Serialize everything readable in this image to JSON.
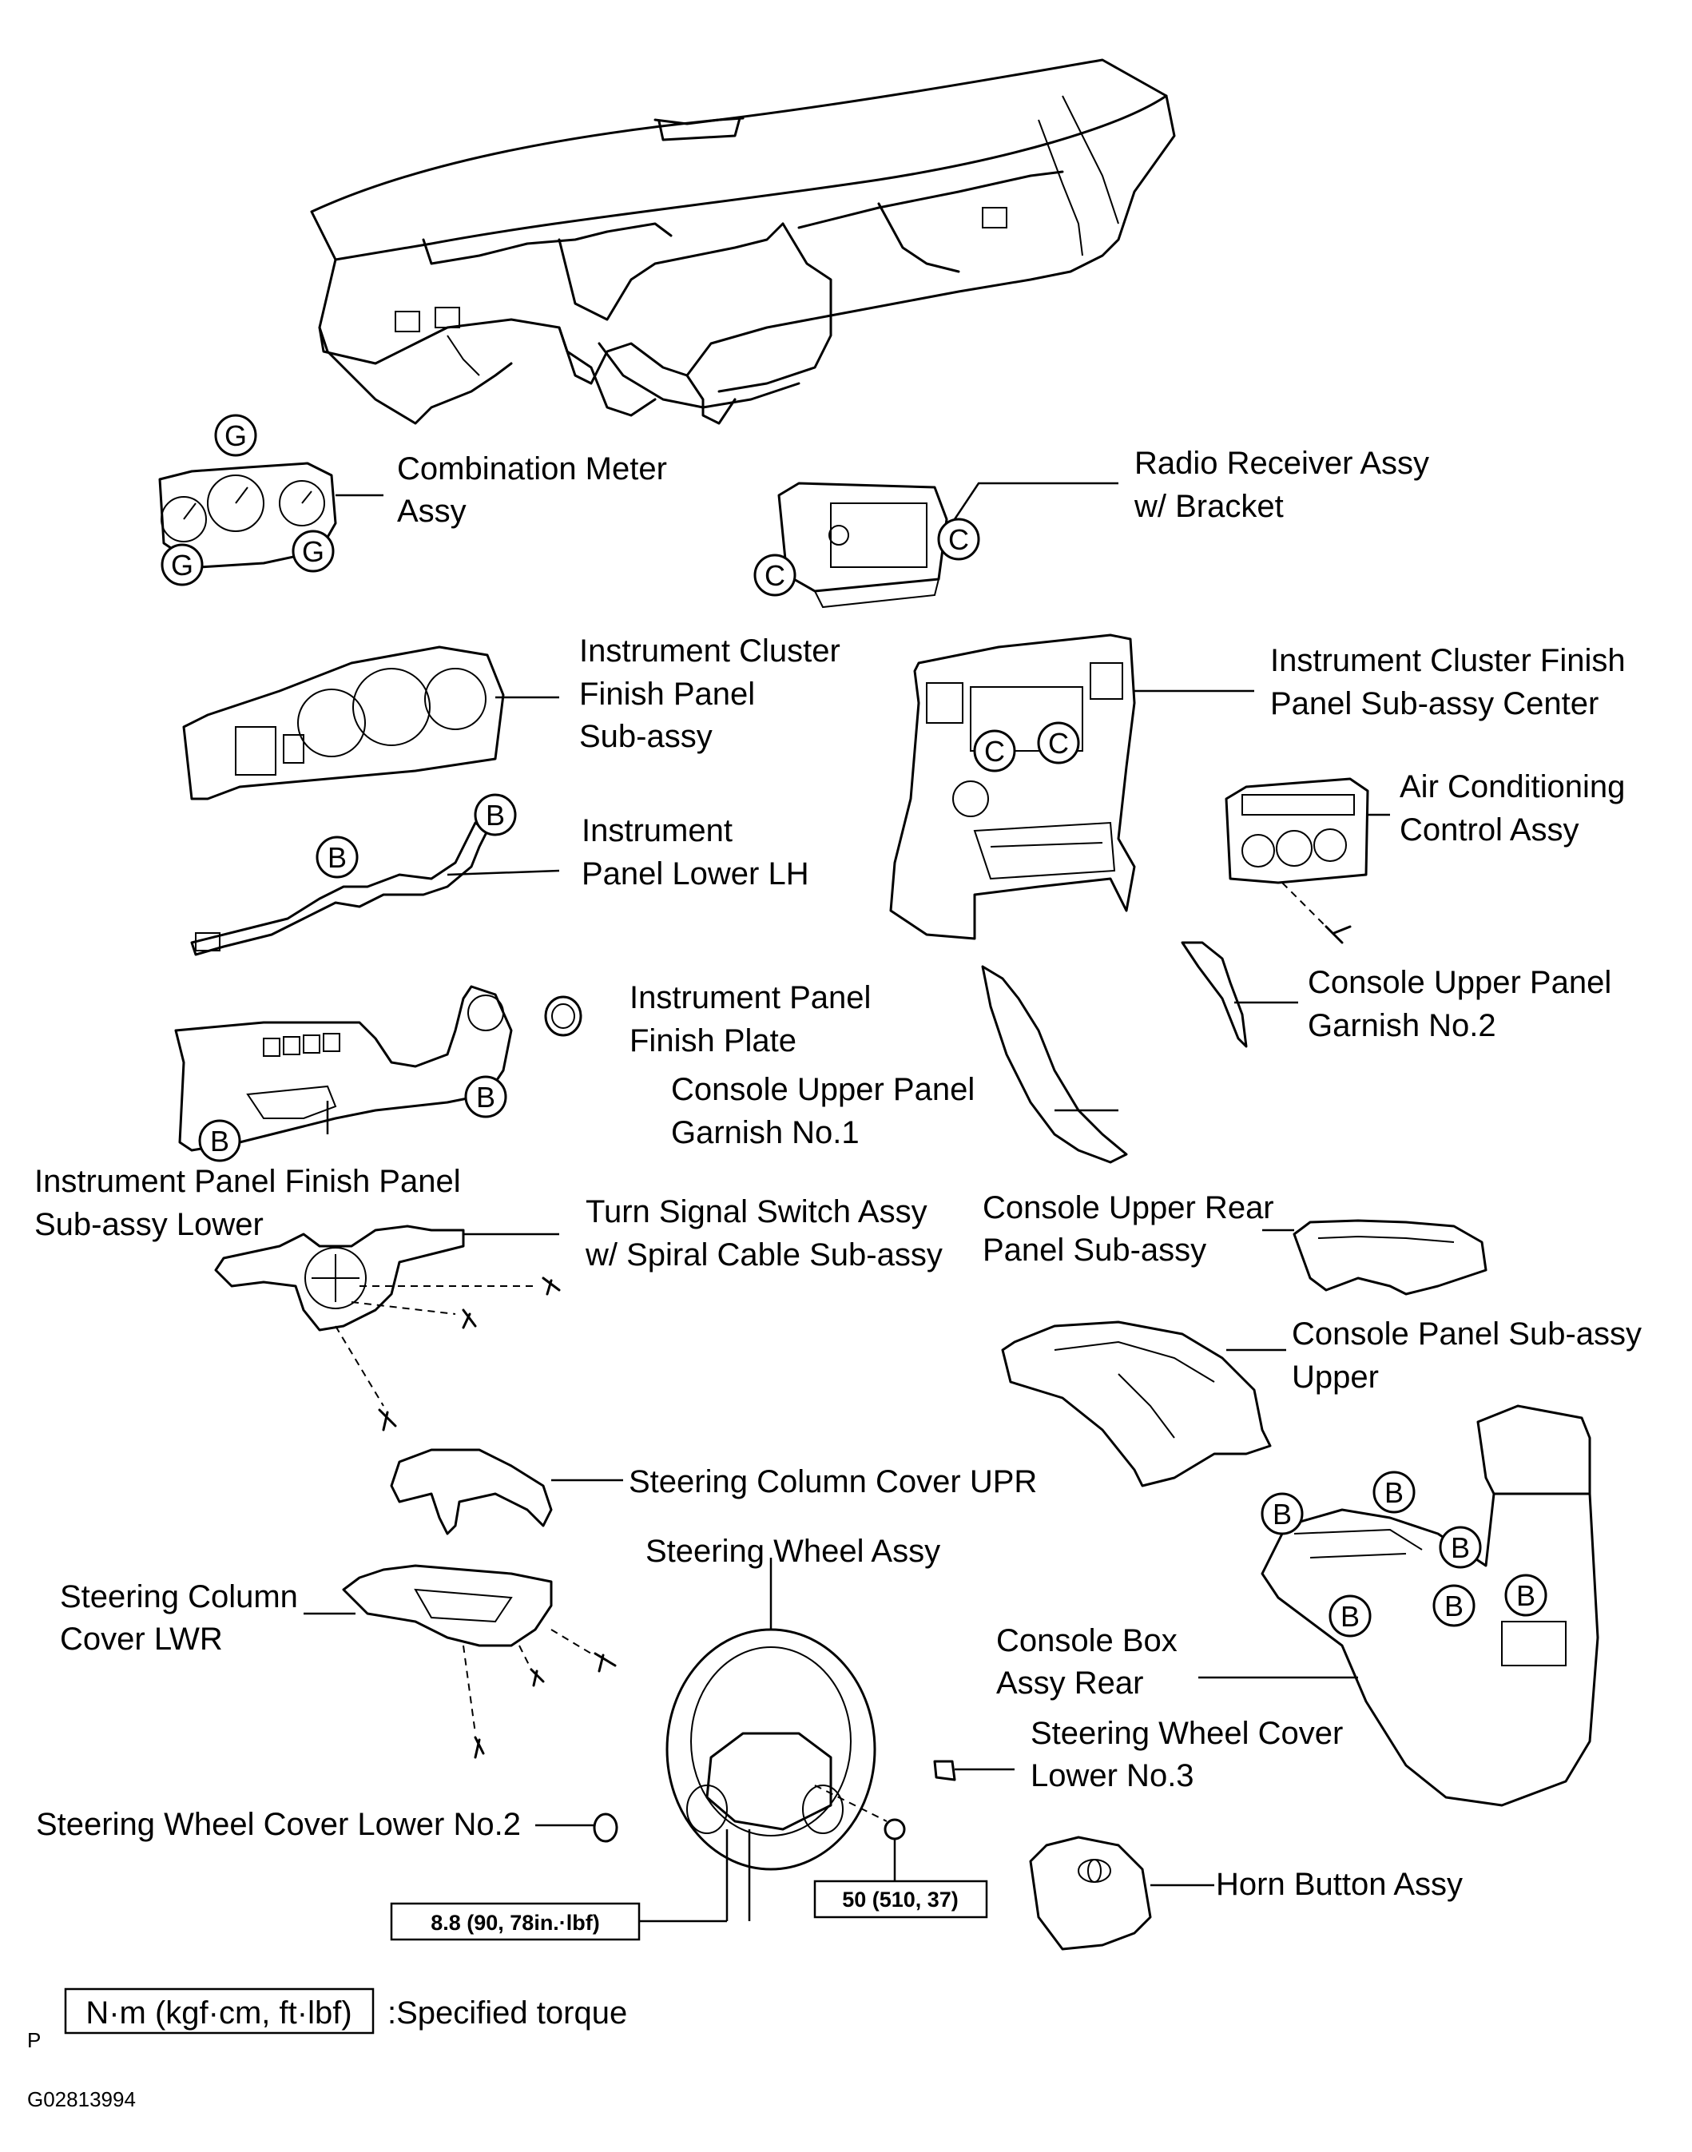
{
  "labels": {
    "combination_meter": [
      "Combination Meter",
      "Assy"
    ],
    "radio_receiver": [
      "Radio Receiver Assy",
      "w/ Bracket"
    ],
    "cluster_finish_panel": [
      "Instrument Cluster",
      "Finish Panel",
      "Sub-assy"
    ],
    "cluster_finish_center": [
      "Instrument Cluster Finish",
      "Panel Sub-assy Center"
    ],
    "air_conditioning": [
      "Air Conditioning",
      "Control Assy"
    ],
    "panel_lower_lh": [
      "Instrument",
      "Panel Lower LH"
    ],
    "console_garnish_no2": [
      "Console Upper Panel",
      "Garnish No.2"
    ],
    "finish_plate": [
      "Instrument Panel",
      "Finish Plate"
    ],
    "console_garnish_no1": [
      "Console Upper Panel",
      "Garnish No.1"
    ],
    "finish_panel_lower": [
      "Instrument Panel Finish Panel",
      "Sub-assy  Lower"
    ],
    "turn_signal": [
      "Turn Signal Switch Assy",
      "w/ Spiral Cable Sub-assy"
    ],
    "console_rear_panel": [
      "Console Upper Rear",
      "Panel  Sub-assy"
    ],
    "console_panel_upper": [
      "Console Panel Sub-assy",
      "Upper"
    ],
    "column_cover_upr": [
      "Steering Column Cover UPR"
    ],
    "steering_wheel": [
      "Steering Wheel Assy"
    ],
    "column_cover_lwr": [
      "Steering Column",
      "Cover LWR"
    ],
    "console_box_rear": [
      "Console Box",
      "Assy Rear"
    ],
    "wheel_cover_no3": [
      "Steering Wheel Cover",
      "Lower No.3"
    ],
    "wheel_cover_no2": [
      "Steering Wheel Cover Lower No.2"
    ],
    "horn_button": [
      "Horn Button Assy"
    ]
  },
  "torque_specs": {
    "spec_a": "8.8 (90, 78in.·lbf)",
    "spec_b": "50 (510, 37)"
  },
  "legend": {
    "unit": "N·m (kgf·cm, ft·lbf)",
    "text": ":Specified torque"
  },
  "callout_letters": {
    "g": "G",
    "c": "C",
    "b": "B"
  },
  "footer": {
    "corner_mark": "P",
    "figure_code": "G02813994"
  }
}
